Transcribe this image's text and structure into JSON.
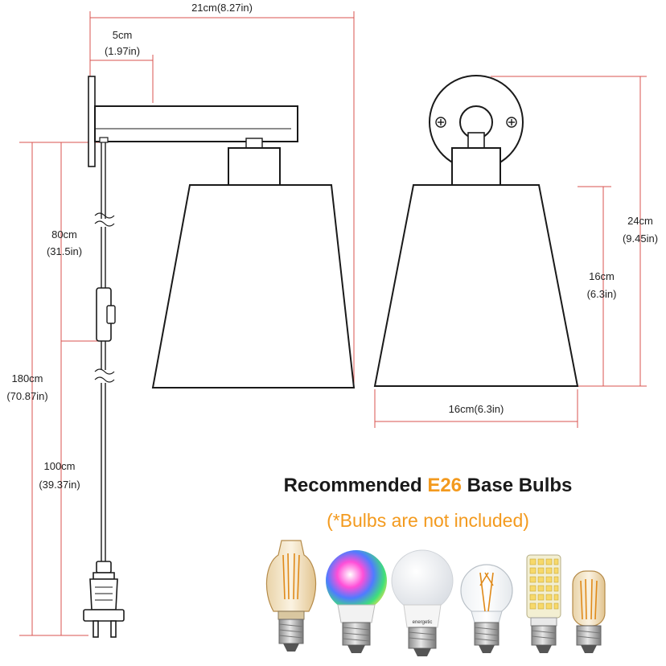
{
  "dimensions": {
    "total_width": "21cm(8.27in)",
    "arm_cm": "5cm",
    "arm_in": "(1.97in)",
    "cord1_cm": "80cm",
    "cord1_in": "(31.5in)",
    "cord_total_cm": "180cm",
    "cord_total_in": "(70.87in)",
    "cord2_cm": "100cm",
    "cord2_in": "(39.37in)",
    "height_cm": "24cm",
    "height_in": "(9.45in)",
    "shade_h_cm": "16cm",
    "shade_h_in": "(6.3in)",
    "shade_w": "16cm(6.3in)"
  },
  "headline": {
    "part1": "Recommended ",
    "highlight": "E26",
    "part2": " Base Bulbs",
    "note": "(*Bulbs are not included)"
  },
  "bulb_brand": "energetic",
  "colors": {
    "dimension_line": "#d9534f",
    "highlight": "#f39a1e",
    "text": "#1a1a1a",
    "outline": "#1a1a1a"
  },
  "bulbs": [
    {
      "name": "st64-filament-bulb-icon"
    },
    {
      "name": "rgb-smart-bulb-icon"
    },
    {
      "name": "a19-led-bulb-icon"
    },
    {
      "name": "a19-filament-bulb-icon"
    },
    {
      "name": "corn-led-bulb-icon"
    },
    {
      "name": "t10-tube-filament-bulb-icon"
    }
  ]
}
